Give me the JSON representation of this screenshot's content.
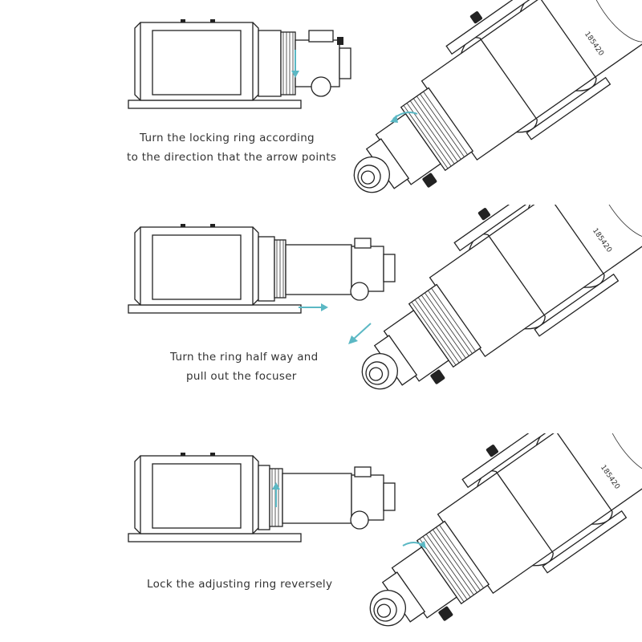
{
  "steps": [
    {
      "caption_line1": "Turn the locking ring according",
      "caption_line2": "to the direction that the arrow points"
    },
    {
      "caption_line1": "Turn the ring half way and",
      "caption_line2": "pull out the focuser"
    },
    {
      "caption_line1": "Lock the adjusting ring reversely",
      "caption_line2": ""
    }
  ],
  "colors": {
    "arrow": "#5bb8c4",
    "line": "#222222"
  },
  "tube_marking": "185420"
}
